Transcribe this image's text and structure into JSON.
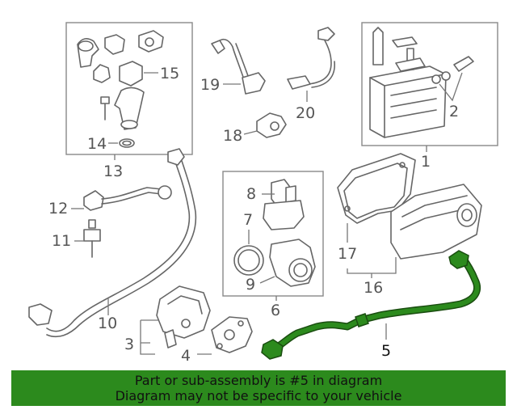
{
  "colors": {
    "highlight": "#2c8a1d",
    "highlight_stroke": "#1a4d10",
    "line_art": "#666666",
    "label_text": "#555555",
    "banner_bg": "#2c8a1d"
  },
  "callouts": {
    "c1": "1",
    "c2": "2",
    "c3": "3",
    "c4": "4",
    "c5": "5",
    "c6": "6",
    "c7": "7",
    "c8": "8",
    "c9": "9",
    "c10": "10",
    "c11": "11",
    "c12": "12",
    "c13": "13",
    "c14": "14",
    "c15": "15",
    "c16": "16",
    "c17": "17",
    "c18": "18",
    "c19": "19",
    "c20": "20"
  },
  "banner": {
    "line1": "Part or sub-assembly is #5 in diagram",
    "line2": "Diagram may not be specific to your vehicle"
  },
  "highlighted_part": "5"
}
